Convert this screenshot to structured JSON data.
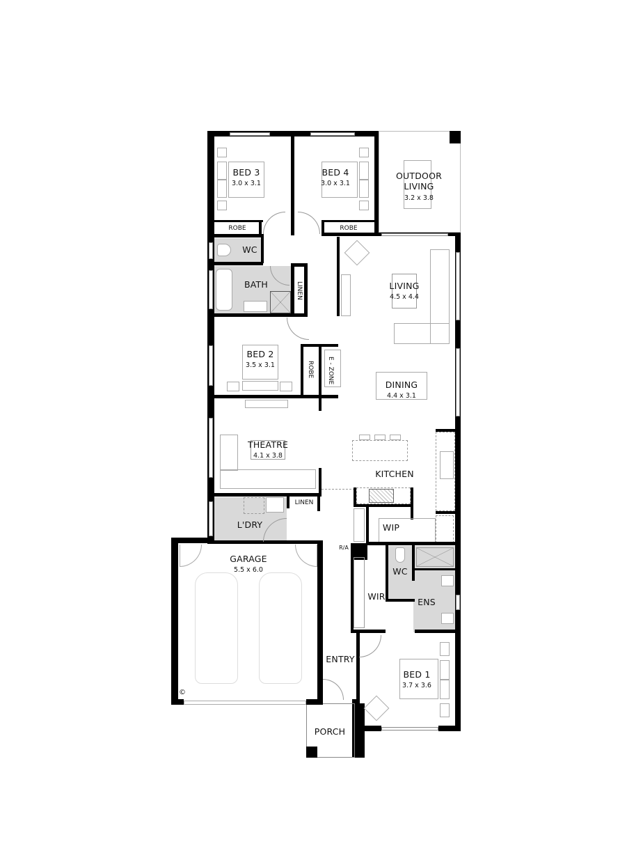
{
  "plan": {
    "rooms": [
      {
        "id": "bed3",
        "name": "BED 3",
        "dims": "3.0 x 3.1"
      },
      {
        "id": "bed4",
        "name": "BED 4",
        "dims": "3.0 x 3.1"
      },
      {
        "id": "outdoor",
        "name": "OUTDOOR",
        "name2": "LIVING",
        "dims": "3.2 x 3.8"
      },
      {
        "id": "robe3",
        "name": "ROBE"
      },
      {
        "id": "robe4",
        "name": "ROBE"
      },
      {
        "id": "wc_upper",
        "name": "WC"
      },
      {
        "id": "bath",
        "name": "BATH"
      },
      {
        "id": "linen_upper",
        "name": "LINEN"
      },
      {
        "id": "living",
        "name": "LIVING",
        "dims": "4.5 x 4.4"
      },
      {
        "id": "bed2",
        "name": "BED 2",
        "dims": "3.5 x 3.1"
      },
      {
        "id": "robe2",
        "name": "ROBE"
      },
      {
        "id": "ezone",
        "name": "E - ZONE"
      },
      {
        "id": "dining",
        "name": "DINING",
        "dims": "4.4 x 3.1"
      },
      {
        "id": "theatre",
        "name": "THEATRE",
        "dims": "4.1 x 3.8"
      },
      {
        "id": "kitchen",
        "name": "KITCHEN"
      },
      {
        "id": "linen_lower",
        "name": "LINEN"
      },
      {
        "id": "laundry",
        "name": "L'DRY"
      },
      {
        "id": "wip",
        "name": "WIP"
      },
      {
        "id": "garage",
        "name": "GARAGE",
        "dims": "5.5 x 6.0"
      },
      {
        "id": "ra",
        "name": "R/A"
      },
      {
        "id": "wir",
        "name": "WIR"
      },
      {
        "id": "wc_ens",
        "name": "WC"
      },
      {
        "id": "ens",
        "name": "ENS"
      },
      {
        "id": "entry",
        "name": "ENTRY"
      },
      {
        "id": "bed1",
        "name": "BED 1",
        "dims": "3.7 x 3.6"
      },
      {
        "id": "porch",
        "name": "PORCH"
      }
    ],
    "copyright_symbol": "©",
    "colors": {
      "wall": "#000000",
      "wet_area": "#d9d9d9",
      "fixture": "#999999"
    }
  }
}
